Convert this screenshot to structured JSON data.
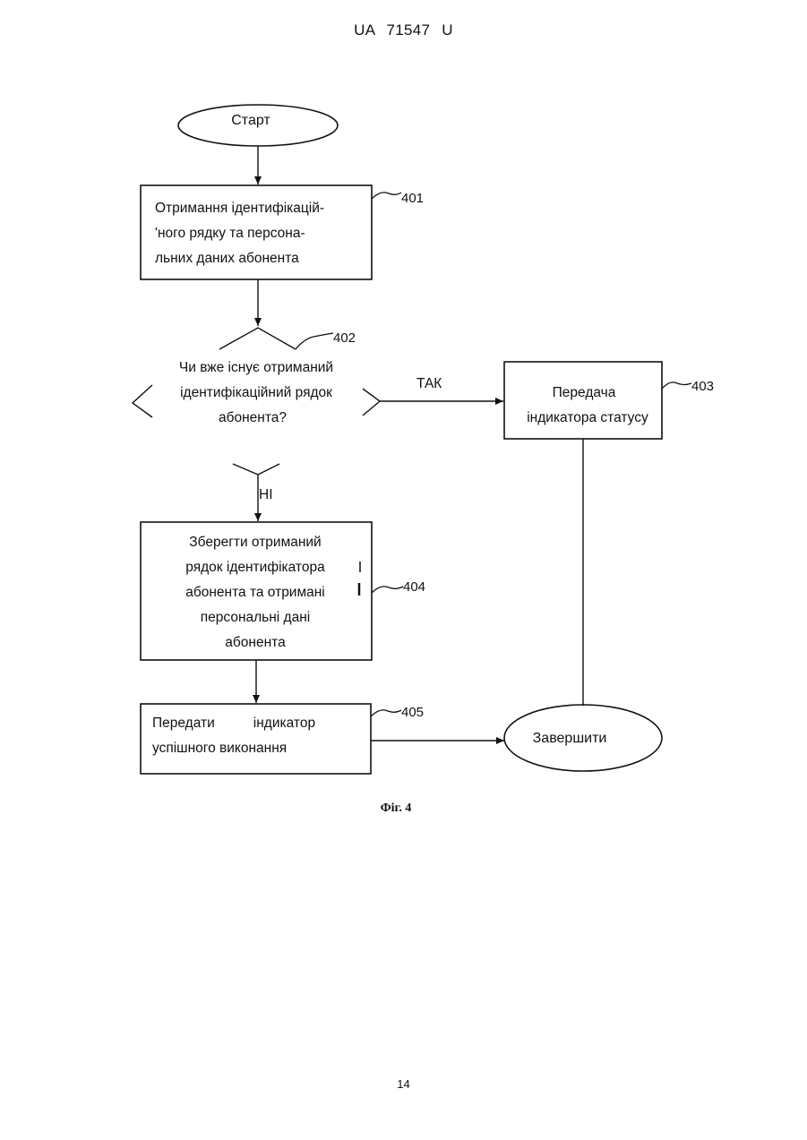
{
  "header": {
    "doc_number": "UA   71547   U"
  },
  "page_number": "14",
  "figure_caption": "Фіг. 4",
  "flowchart": {
    "start": {
      "label": "Старт"
    },
    "step_401": {
      "ref": "401",
      "lines": [
        "Отримання   ідентифікацій-",
        "'ного  рядку  та  персона-",
        "льних даних абонента"
      ]
    },
    "decision_402": {
      "ref": "402",
      "lines": [
        "Чи вже існує отриманий",
        "ідентифікаційний рядок",
        "абонента?"
      ],
      "yes_label": "ТАК",
      "no_label": "НІ"
    },
    "step_403": {
      "ref": "403",
      "lines": [
        "Передача",
        "індикатора статусу"
      ]
    },
    "step_404": {
      "ref": "404",
      "lines": [
        "Зберегти отриманий",
        "рядок ідентифікатора",
        "абонента та отримані",
        "персональні дані",
        "абонента"
      ]
    },
    "step_405": {
      "ref": "405",
      "lines": [
        "Передати          індикатор",
        "успішного виконання"
      ]
    },
    "end": {
      "label": "Завершити"
    }
  }
}
